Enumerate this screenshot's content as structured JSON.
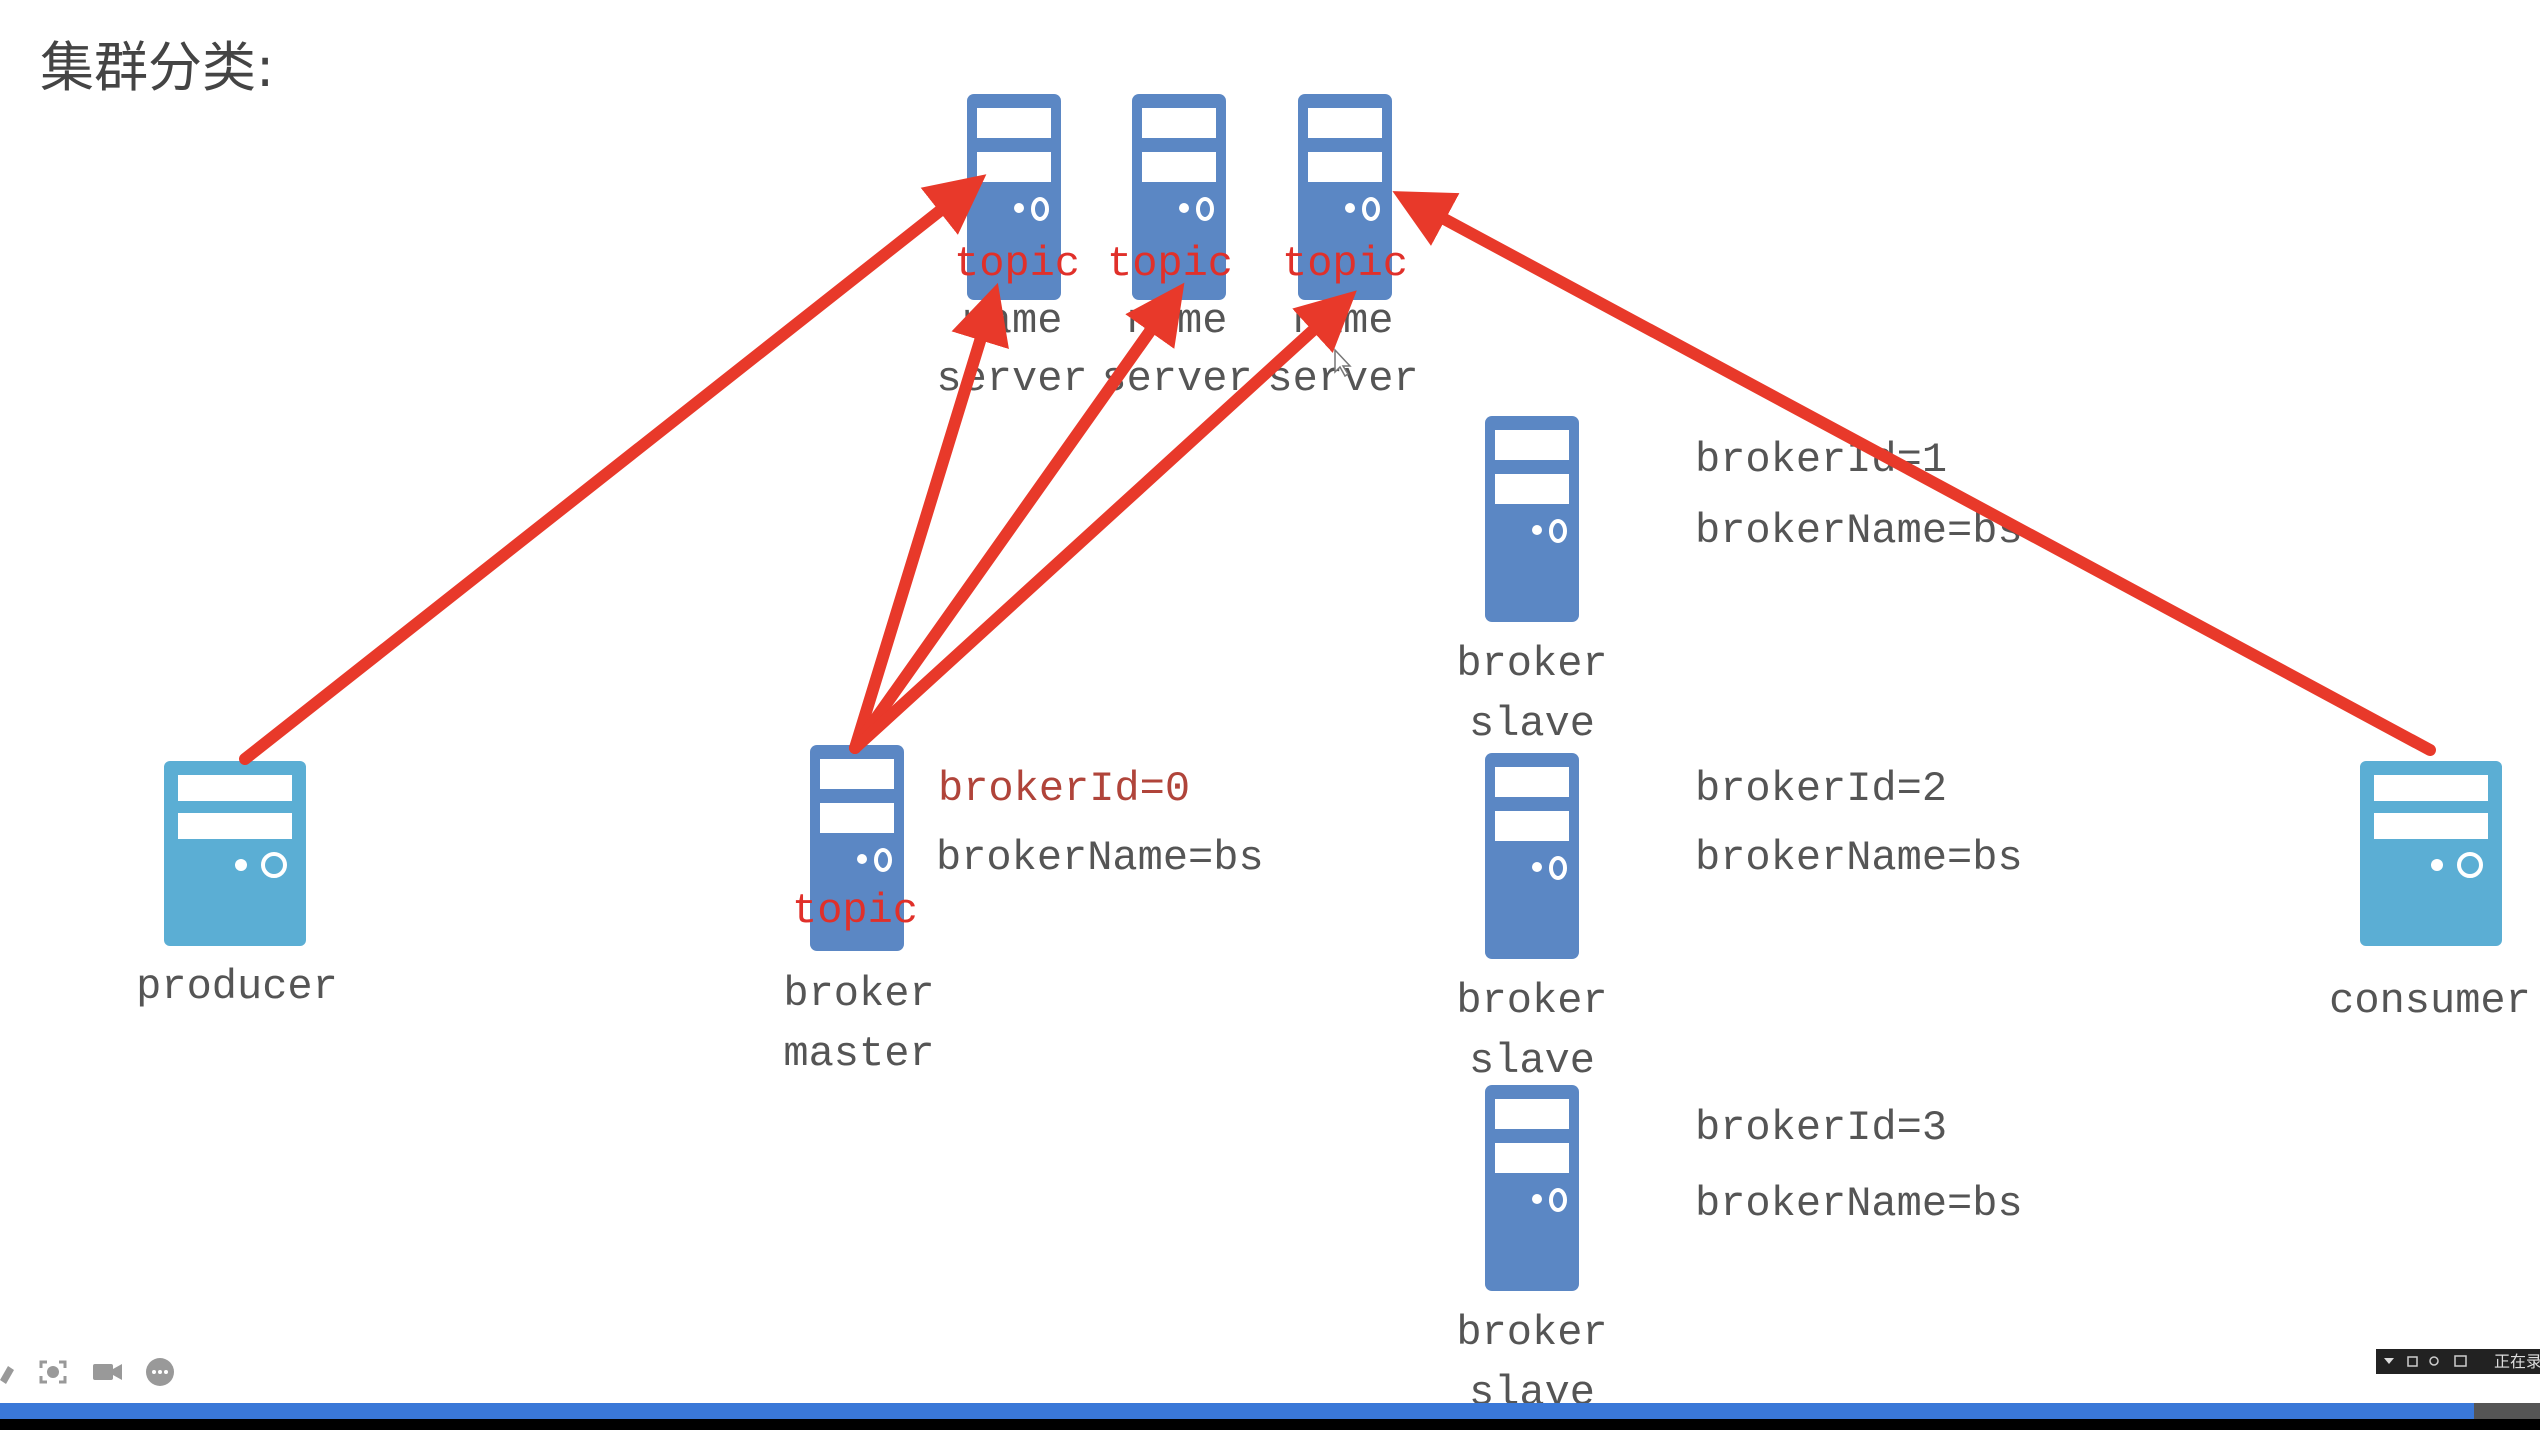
{
  "title": "集群分类:",
  "colors": {
    "server": "#5b87c4",
    "client": "#5baed4",
    "arrow": "#e8392a",
    "topic": "#e0302a",
    "broker_id_master": "#b0443a",
    "label": "#555555",
    "taskbar": "#3a78d8"
  },
  "name_servers": [
    {
      "line1": "name",
      "line2": "server",
      "topic": "topic"
    },
    {
      "line1": "name",
      "line2": "server",
      "topic": "topic"
    },
    {
      "line1": "name",
      "line2": "server",
      "topic": "topic"
    }
  ],
  "producer": {
    "label": "producer"
  },
  "consumer": {
    "label": "consumer"
  },
  "broker_master": {
    "line1": "broker",
    "line2": "master",
    "topic": "topic",
    "broker_id": "brokerId=0",
    "broker_name": "brokerName=bs"
  },
  "broker_slaves": [
    {
      "line1": "broker",
      "line2": "slave",
      "broker_id": "brokerId=1",
      "broker_name": "brokerName=bs"
    },
    {
      "line1": "broker",
      "line2": "slave",
      "broker_id": "brokerId=2",
      "broker_name": "brokerName=bs"
    },
    {
      "line1": "broker",
      "line2": "slave",
      "broker_id": "brokerId=3",
      "broker_name": "brokerName=bs"
    }
  ],
  "toolbar": {
    "icons": [
      "pencil-icon",
      "screenshot-icon",
      "camera-icon",
      "more-icon"
    ]
  },
  "recorder": {
    "status": "正在录"
  }
}
